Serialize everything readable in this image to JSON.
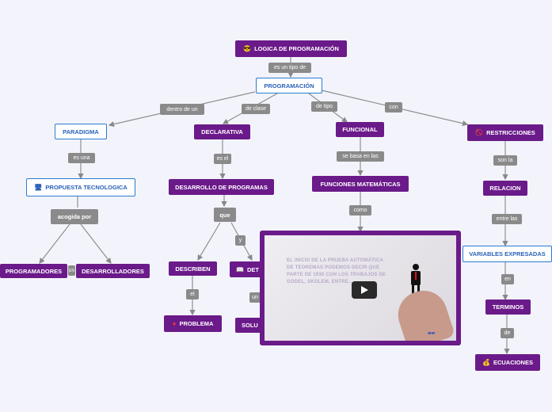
{
  "root": {
    "label": "LOGICA DE PROGRAMACIÓN",
    "icon": "sunglasses-emoji"
  },
  "links": {
    "es_un_tipo_de": "es un tipo de",
    "dentro_de_un": "dentro de un",
    "de_clase": "de clase",
    "de_tipo": "de tipo",
    "con": "con",
    "es_una": "es una",
    "es_el": "es el",
    "se_basa_en_las": "se basa  en las",
    "son_la": "son la",
    "como": "como",
    "entre_las": "entre las",
    "en": "en",
    "de": "de",
    "el": "el",
    "y": "y",
    "un": "un",
    "en_small": "EN"
  },
  "nodes": {
    "programacion": "PROGRAMACIÓN",
    "paradigma": "PARADIGMA",
    "declarativa": "DECLARATIVA",
    "funcional": "FUNCIONAL",
    "restricciones": "RESTRICCIONES",
    "propuesta": "PROPUESTA TECNOLOGICA",
    "desarrollo": "DESARROLLO DE PROGRAMAS",
    "funciones": "FUNCIONES MATEMÁTICAS",
    "relacion": "RELACION",
    "acogida_por": "acogida por",
    "que": "que",
    "variables": "VARIABLES EXPRESADAS",
    "programadores": "PROGRAMADORES",
    "desarrolladores": "DESARROLLADORES",
    "describen": "DESCRIBEN",
    "det": "DET",
    "terminos": "TERMINOS",
    "problema": "PROBLEMA",
    "solu": "SOLU",
    "ecuaciones": "ECUACIONES"
  },
  "video": {
    "overlay_text": "EL INICIO DE LA PRUEBA AUTOMÁTICA DE TEOREMAS PODEMOS DECIR QUE PARTE DE 1930 CON LOS TRABAJOS DE GODEL, SKOLEM, ENTRE..."
  },
  "colors": {
    "purple": "#6b1a8a",
    "blue": "#2a7bd1",
    "gray": "#8a8a8a",
    "background": "#f3f4fb"
  }
}
